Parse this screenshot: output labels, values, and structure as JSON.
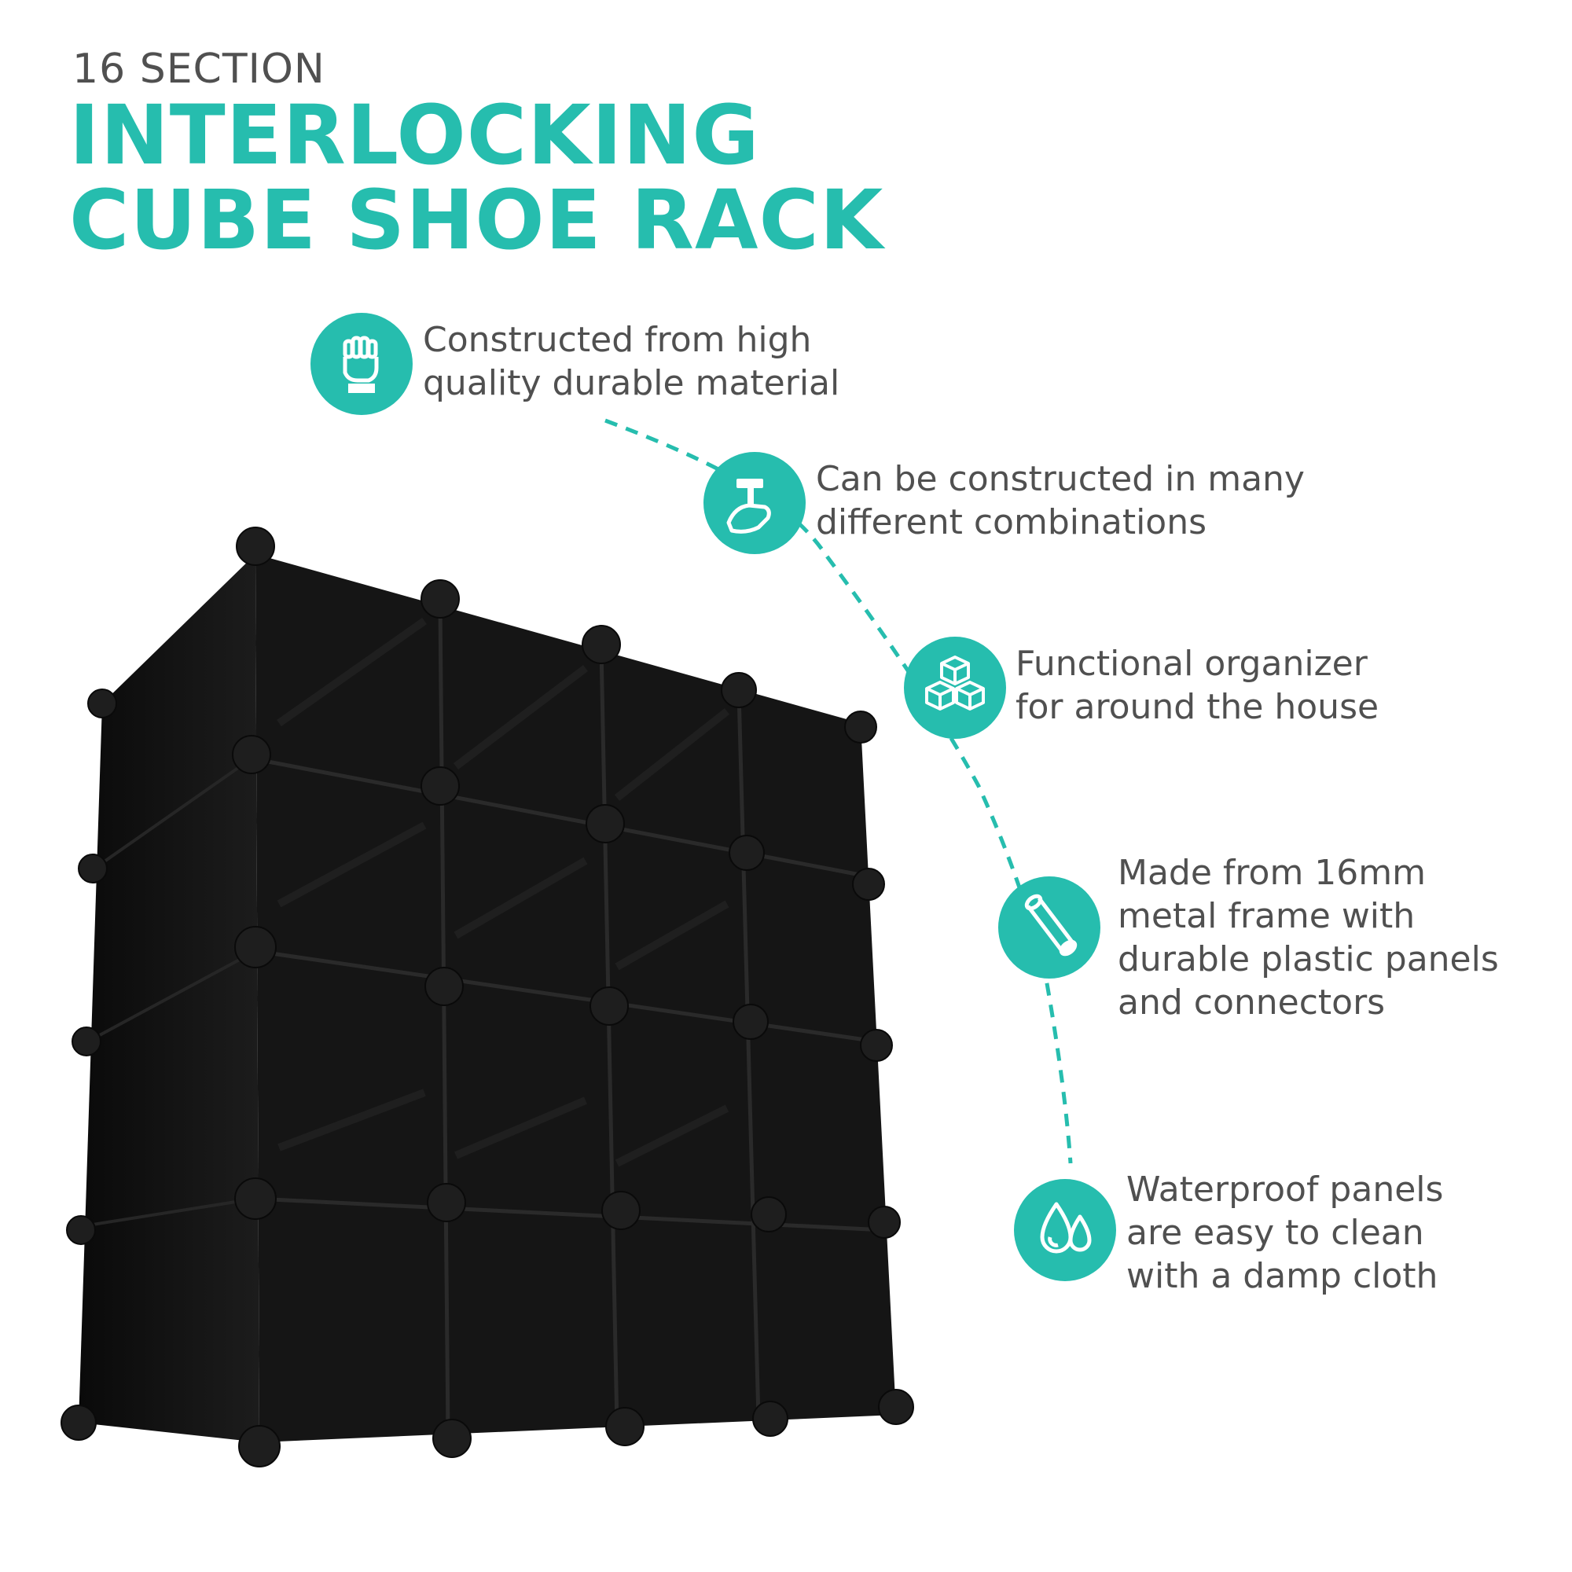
{
  "header": {
    "subtitle": "16 SECTION",
    "title_line1": "INTERLOCKING",
    "title_line2": "CUBE SHOE RACK"
  },
  "colors": {
    "accent": "#26BDAE",
    "text": "#505050",
    "rack": "#141414"
  },
  "features": [
    {
      "icon": "fist-icon",
      "lines": [
        "Constructed from high",
        "quality durable material"
      ]
    },
    {
      "icon": "hammer-hand-icon",
      "lines": [
        "Can be constructed in many",
        "different combinations"
      ]
    },
    {
      "icon": "cubes-icon",
      "lines": [
        "Functional organizer",
        "for around the house"
      ]
    },
    {
      "icon": "metal-tube-icon",
      "lines": [
        "Made from 16mm",
        "metal frame with",
        "durable plastic panels",
        "and connectors"
      ]
    },
    {
      "icon": "water-drops-icon",
      "lines": [
        "Waterproof panels",
        "are easy to clean",
        "with a damp cloth"
      ]
    }
  ]
}
